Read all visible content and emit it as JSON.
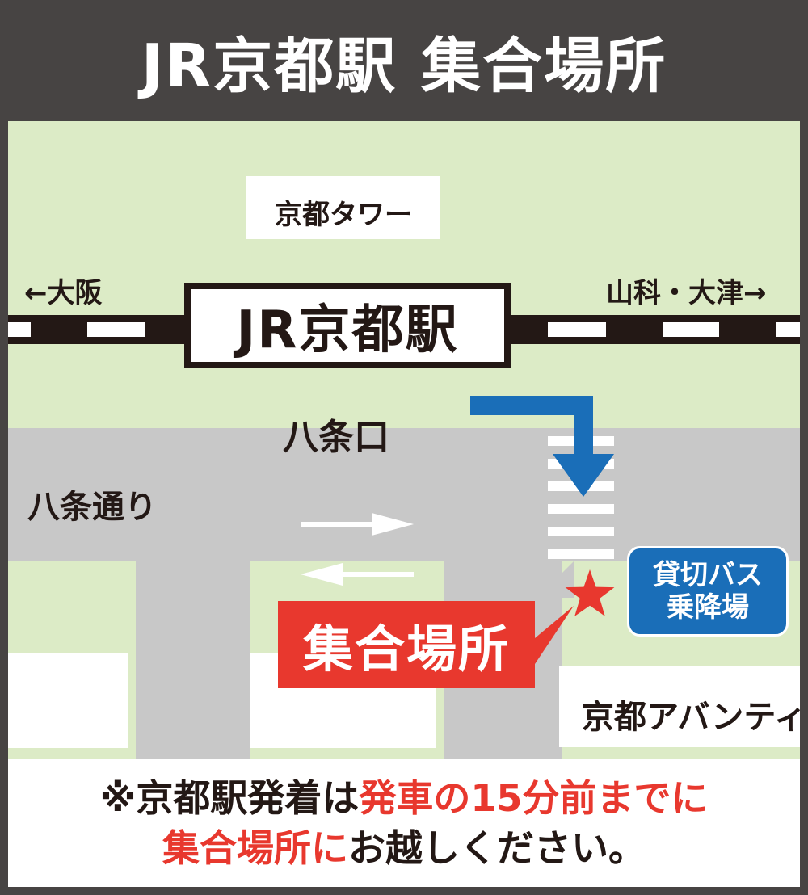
{
  "header": {
    "title_station": "JR京都駅",
    "title_place": "集合場所"
  },
  "map": {
    "landmarks": {
      "kyoto_tower": "京都タワー",
      "osaka": "←大阪",
      "yamashina": "山科・大津→",
      "station": "JR京都駅",
      "hachijo_exit": "八条口",
      "hachijo_street": "八条通り",
      "avanti": "京都アバンティ"
    },
    "meeting_point": "集合場所",
    "bus_stop": {
      "line1": "貸切バス",
      "line2": "乗降場"
    },
    "colors": {
      "background_green": "#dcebc6",
      "road_gray": "#c8c8c8",
      "highlight_red": "#e8382e",
      "route_blue": "#1a6eb8",
      "frame_dark": "#474443"
    },
    "icons": [
      "star-icon",
      "route-arrow-icon",
      "traffic-arrow-icon"
    ]
  },
  "notice": {
    "line1_a": "※京都駅発着は",
    "line1_b": "発車の15分前までに",
    "line2_a": "集合場所に",
    "line2_b": "お越しください。"
  }
}
